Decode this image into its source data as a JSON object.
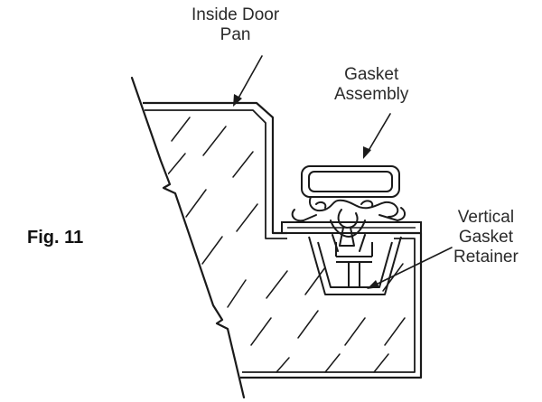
{
  "figure": {
    "label": "Fig. 11"
  },
  "labels": {
    "inside_door_pan": {
      "line1": "Inside Door",
      "line2": "Pan"
    },
    "gasket_assembly": {
      "line1": "Gasket",
      "line2": "Assembly"
    },
    "vertical_gasket_retainer": {
      "line1": "Vertical",
      "line2": "Gasket",
      "line3": "Retainer"
    }
  },
  "colors": {
    "ink": "#1a1a1a",
    "background": "#ffffff"
  }
}
